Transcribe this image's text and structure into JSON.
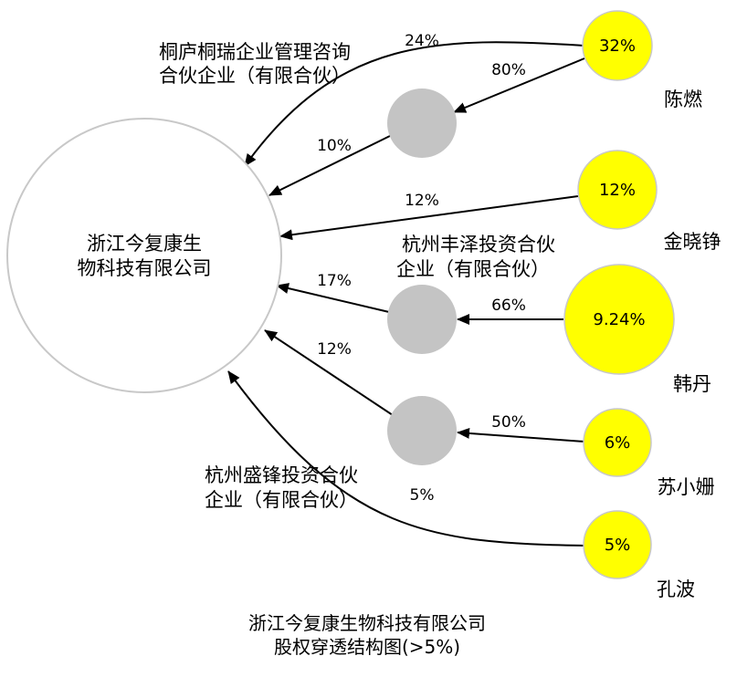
{
  "colors": {
    "holder_fill": "#ffff00",
    "holder_stroke": "#c8c8c8",
    "intermediary_fill": "#c4c4c4",
    "target_stroke": "#c8c8c8",
    "edge": "#000000"
  },
  "target": {
    "name_line1": "浙江今复康生",
    "name_line2": "物科技有限公司"
  },
  "intermediaries": {
    "tonglu": {
      "name_line1": "桐庐桐瑞企业管理咨询",
      "name_line2": "合伙企业（有限合伙）"
    },
    "fengze": {
      "name_line1": "杭州丰泽投资合伙",
      "name_line2": "企业（有限合伙）"
    },
    "shengfeng": {
      "name_line1": "杭州盛锋投资合伙",
      "name_line2": "企业（有限合伙）"
    }
  },
  "holders": {
    "chenran": {
      "name": "陈燃",
      "pct": "32%"
    },
    "jinxiaozheng": {
      "name": "金晓铮",
      "pct": "12%"
    },
    "handan": {
      "name": "韩丹",
      "pct": "9.24%"
    },
    "suxiaoshan": {
      "name": "苏小姗",
      "pct": "6%"
    },
    "kongbo": {
      "name": "孔波",
      "pct": "5%"
    }
  },
  "edges": {
    "chenran_target": "24%",
    "chenran_tonglu": "80%",
    "tonglu_target": "10%",
    "jinxiaozheng_target": "12%",
    "handan_fengze": "66%",
    "fengze_target": "17%",
    "suxiaoshan_shengfeng": "50%",
    "shengfeng_target": "12%",
    "kongbo_target": "5%"
  },
  "title": {
    "line1": "浙江今复康生物科技有限公司",
    "line2": "股权穿透结构图(>5%)"
  }
}
